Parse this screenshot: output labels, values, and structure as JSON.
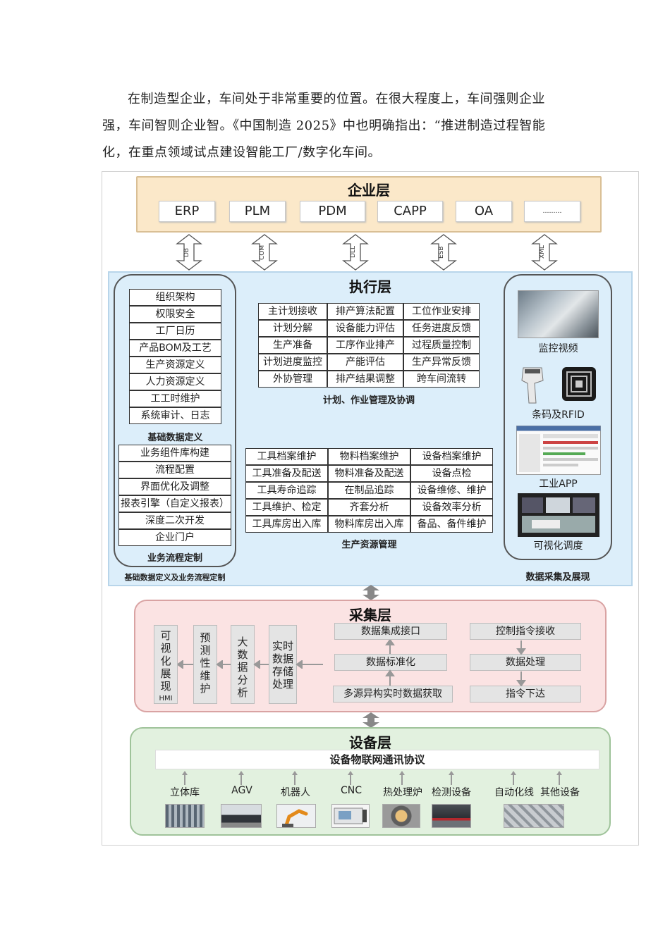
{
  "intro_text": "在制造型企业，车间处于非常重要的位置。在很大程度上，车间强则企业强，车间智则企业智。《中国制造 2025》中也明确指出：“推进制造过程智能化，在重点领域试点建设智能工厂/数字化车间。",
  "enterprise": {
    "title": "企业层",
    "systems": [
      "ERP",
      "PLM",
      "PDM",
      "CAPP",
      "OA",
      "………"
    ],
    "interfaces": [
      "DB",
      "COM",
      "DLL",
      "ESB",
      "XML"
    ]
  },
  "execution": {
    "title": "执行层",
    "basic_data": {
      "items": [
        "组织架构",
        "权限安全",
        "工厂日历",
        "产品BOM及工艺",
        "生产资源定义",
        "人力资源定义",
        "工工时维护",
        "系统审计、日志"
      ],
      "caption": "基础数据定义"
    },
    "business_flow": {
      "items": [
        "业务组件库构建",
        "流程配置",
        "界面优化及调整",
        "报表引擎（自定义报表）",
        "深度二次开发",
        "企业门户"
      ],
      "caption": "业务流程定制"
    },
    "left_footer": "基础数据定义及业务流程定制",
    "planning": {
      "rows": [
        [
          "主计划接收",
          "排产算法配置",
          "工位作业安排"
        ],
        [
          "计划分解",
          "设备能力评估",
          "任务进度反馈"
        ],
        [
          "生产准备",
          "工序作业排产",
          "过程质量控制"
        ],
        [
          "计划进度监控",
          "产能评估",
          "生产异常反馈"
        ],
        [
          "外协管理",
          "排产结果调整",
          "跨车间流转"
        ]
      ],
      "caption": "计划、作业管理及协调"
    },
    "resources": {
      "rows": [
        [
          "工具档案维护",
          "物料档案维护",
          "设备档案维护"
        ],
        [
          "工具准备及配送",
          "物料准备及配送",
          "设备点检"
        ],
        [
          "工具寿命追踪",
          "在制品追踪",
          "设备维修、维护"
        ],
        [
          "工具维护、检定",
          "齐套分析",
          "设备效率分析"
        ],
        [
          "工具库房出入库",
          "物料库房出入库",
          "备品、备件维护"
        ]
      ],
      "caption": "生产资源管理"
    },
    "data_collection": {
      "items": [
        "监控视频",
        "条码及RFID",
        "工业APP",
        "可视化调度"
      ],
      "footer": "数据采集及展现"
    }
  },
  "collection": {
    "title": "采集层",
    "vertical_boxes": [
      {
        "chars": [
          "可",
          "视",
          "化",
          "展",
          "现"
        ],
        "suffix": "HMI"
      },
      {
        "chars": [
          "预",
          "测",
          "性",
          "维",
          "护"
        ],
        "suffix": ""
      },
      {
        "chars": [
          "大",
          "数",
          "据",
          "分",
          "析"
        ],
        "suffix": ""
      },
      {
        "chars": [
          "实时",
          "数据",
          "存储",
          "处理"
        ],
        "suffix": ""
      }
    ],
    "data_chain": [
      "数据集成接口",
      "数据标准化",
      "多源异构实时数据获取"
    ],
    "control_chain": [
      "控制指令接收",
      "数据处理",
      "指令下达"
    ]
  },
  "device": {
    "title": "设备层",
    "protocol": "设备物联网通讯协议",
    "devices": [
      "立体库",
      "AGV",
      "机器人",
      "CNC",
      "热处理炉",
      "检测设备",
      "自动化线",
      "其他设备"
    ]
  }
}
